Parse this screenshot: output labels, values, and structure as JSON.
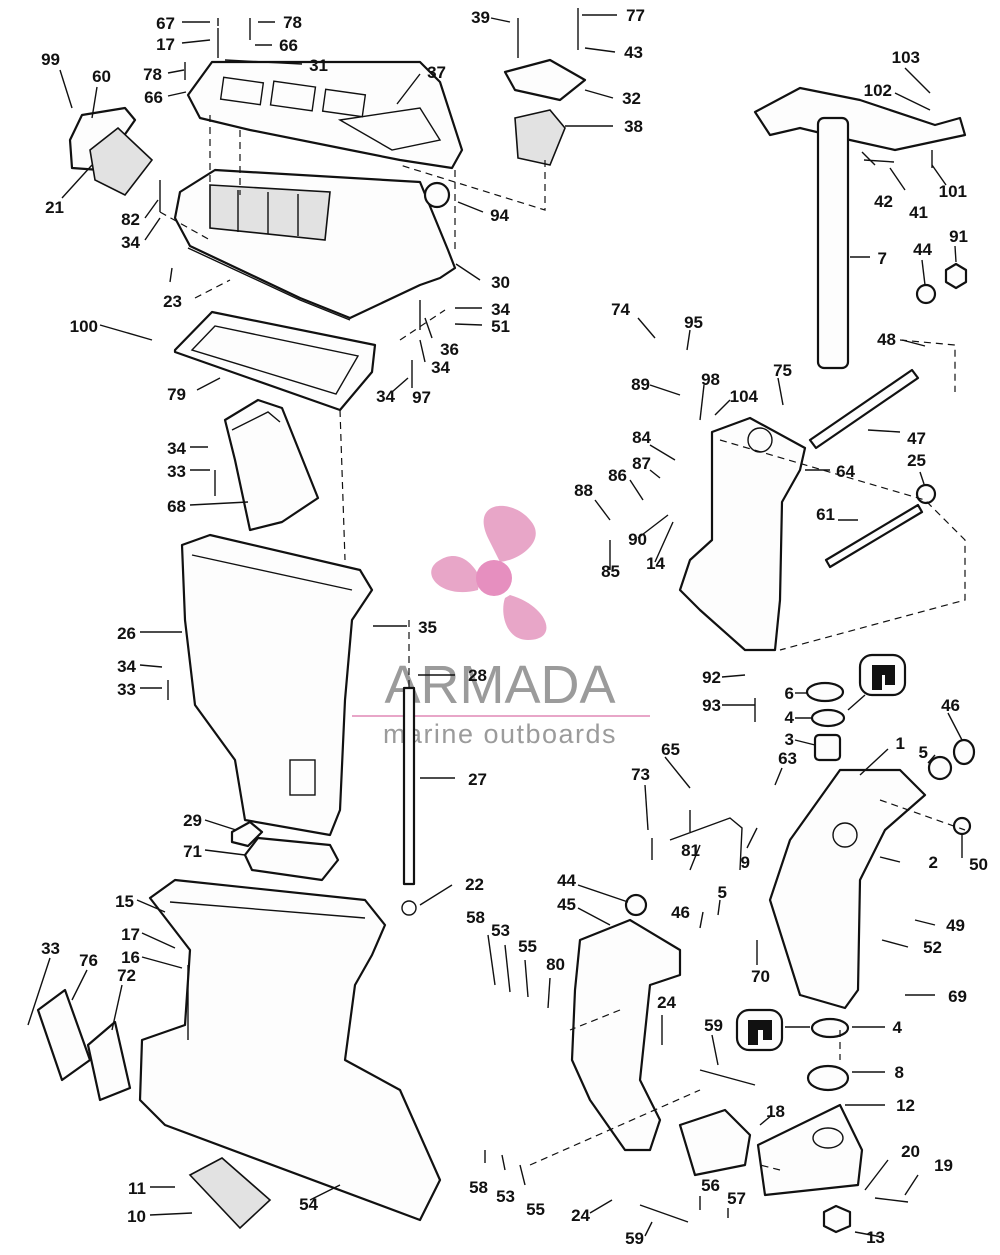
{
  "watermark": {
    "brand": "ARMADA",
    "tagline": "marine outboards",
    "logo_icon": "propeller-icon",
    "color_brand": "#9b9b9b",
    "color_logo": "#e8a6c8",
    "color_logo_hub": "#e68fbf"
  },
  "callouts": [
    {
      "id": "c1",
      "label": "1"
    },
    {
      "id": "c2",
      "label": "2"
    },
    {
      "id": "c3",
      "label": "3"
    },
    {
      "id": "c4a",
      "label": "4"
    },
    {
      "id": "c4b",
      "label": "4"
    },
    {
      "id": "c5a",
      "label": "5"
    },
    {
      "id": "c5b",
      "label": "5"
    },
    {
      "id": "c6",
      "label": "6"
    },
    {
      "id": "c7",
      "label": "7"
    },
    {
      "id": "c8",
      "label": "8"
    },
    {
      "id": "c9",
      "label": "9"
    },
    {
      "id": "c10",
      "label": "10"
    },
    {
      "id": "c11",
      "label": "11"
    },
    {
      "id": "c12",
      "label": "12"
    },
    {
      "id": "c13",
      "label": "13"
    },
    {
      "id": "c14",
      "label": "14"
    },
    {
      "id": "c15",
      "label": "15"
    },
    {
      "id": "c16",
      "label": "16"
    },
    {
      "id": "c17a",
      "label": "17"
    },
    {
      "id": "c17b",
      "label": "17"
    },
    {
      "id": "c18",
      "label": "18"
    },
    {
      "id": "c19",
      "label": "19"
    },
    {
      "id": "c20",
      "label": "20"
    },
    {
      "id": "c21",
      "label": "21"
    },
    {
      "id": "c22",
      "label": "22"
    },
    {
      "id": "c23",
      "label": "23"
    },
    {
      "id": "c24a",
      "label": "24"
    },
    {
      "id": "c24b",
      "label": "24"
    },
    {
      "id": "c25",
      "label": "25"
    },
    {
      "id": "c26",
      "label": "26"
    },
    {
      "id": "c27",
      "label": "27"
    },
    {
      "id": "c28",
      "label": "28"
    },
    {
      "id": "c29",
      "label": "29"
    },
    {
      "id": "c30",
      "label": "30"
    },
    {
      "id": "c31",
      "label": "31"
    },
    {
      "id": "c32",
      "label": "32"
    },
    {
      "id": "c33a",
      "label": "33"
    },
    {
      "id": "c33b",
      "label": "33"
    },
    {
      "id": "c33c",
      "label": "33"
    },
    {
      "id": "c34a",
      "label": "34"
    },
    {
      "id": "c34b",
      "label": "34"
    },
    {
      "id": "c34c",
      "label": "34"
    },
    {
      "id": "c34d",
      "label": "34"
    },
    {
      "id": "c34e",
      "label": "34"
    },
    {
      "id": "c34f",
      "label": "34"
    },
    {
      "id": "c35",
      "label": "35"
    },
    {
      "id": "c36",
      "label": "36"
    },
    {
      "id": "c37",
      "label": "37"
    },
    {
      "id": "c38",
      "label": "38"
    },
    {
      "id": "c39",
      "label": "39"
    },
    {
      "id": "c41",
      "label": "41"
    },
    {
      "id": "c42",
      "label": "42"
    },
    {
      "id": "c43",
      "label": "43"
    },
    {
      "id": "c44a",
      "label": "44"
    },
    {
      "id": "c44b",
      "label": "44"
    },
    {
      "id": "c45",
      "label": "45"
    },
    {
      "id": "c46a",
      "label": "46"
    },
    {
      "id": "c46b",
      "label": "46"
    },
    {
      "id": "c47",
      "label": "47"
    },
    {
      "id": "c48",
      "label": "48"
    },
    {
      "id": "c49",
      "label": "49"
    },
    {
      "id": "c50",
      "label": "50"
    },
    {
      "id": "c51",
      "label": "51"
    },
    {
      "id": "c52",
      "label": "52"
    },
    {
      "id": "c53a",
      "label": "53"
    },
    {
      "id": "c53b",
      "label": "53"
    },
    {
      "id": "c54",
      "label": "54"
    },
    {
      "id": "c55a",
      "label": "55"
    },
    {
      "id": "c55b",
      "label": "55"
    },
    {
      "id": "c56",
      "label": "56"
    },
    {
      "id": "c57",
      "label": "57"
    },
    {
      "id": "c58a",
      "label": "58"
    },
    {
      "id": "c58b",
      "label": "58"
    },
    {
      "id": "c59a",
      "label": "59"
    },
    {
      "id": "c59b",
      "label": "59"
    },
    {
      "id": "c60",
      "label": "60"
    },
    {
      "id": "c61",
      "label": "61"
    },
    {
      "id": "c63",
      "label": "63"
    },
    {
      "id": "c64",
      "label": "64"
    },
    {
      "id": "c65",
      "label": "65"
    },
    {
      "id": "c66a",
      "label": "66"
    },
    {
      "id": "c66b",
      "label": "66"
    },
    {
      "id": "c67",
      "label": "67"
    },
    {
      "id": "c68",
      "label": "68"
    },
    {
      "id": "c69",
      "label": "69"
    },
    {
      "id": "c70",
      "label": "70"
    },
    {
      "id": "c71",
      "label": "71"
    },
    {
      "id": "c72",
      "label": "72"
    },
    {
      "id": "c73",
      "label": "73"
    },
    {
      "id": "c74",
      "label": "74"
    },
    {
      "id": "c75",
      "label": "75"
    },
    {
      "id": "c76",
      "label": "76"
    },
    {
      "id": "c77",
      "label": "77"
    },
    {
      "id": "c78a",
      "label": "78"
    },
    {
      "id": "c78b",
      "label": "78"
    },
    {
      "id": "c79",
      "label": "79"
    },
    {
      "id": "c80",
      "label": "80"
    },
    {
      "id": "c81",
      "label": "81"
    },
    {
      "id": "c82",
      "label": "82"
    },
    {
      "id": "c84",
      "label": "84"
    },
    {
      "id": "c85",
      "label": "85"
    },
    {
      "id": "c86",
      "label": "86"
    },
    {
      "id": "c87",
      "label": "87"
    },
    {
      "id": "c88",
      "label": "88"
    },
    {
      "id": "c89",
      "label": "89"
    },
    {
      "id": "c90",
      "label": "90"
    },
    {
      "id": "c91",
      "label": "91"
    },
    {
      "id": "c92",
      "label": "92"
    },
    {
      "id": "c93",
      "label": "93"
    },
    {
      "id": "c94",
      "label": "94"
    },
    {
      "id": "c95",
      "label": "95"
    },
    {
      "id": "c97",
      "label": "97"
    },
    {
      "id": "c98",
      "label": "98"
    },
    {
      "id": "c99",
      "label": "99"
    },
    {
      "id": "c100",
      "label": "100"
    },
    {
      "id": "c101",
      "label": "101"
    },
    {
      "id": "c102",
      "label": "102"
    },
    {
      "id": "c103",
      "label": "103"
    },
    {
      "id": "c104",
      "label": "104"
    }
  ]
}
